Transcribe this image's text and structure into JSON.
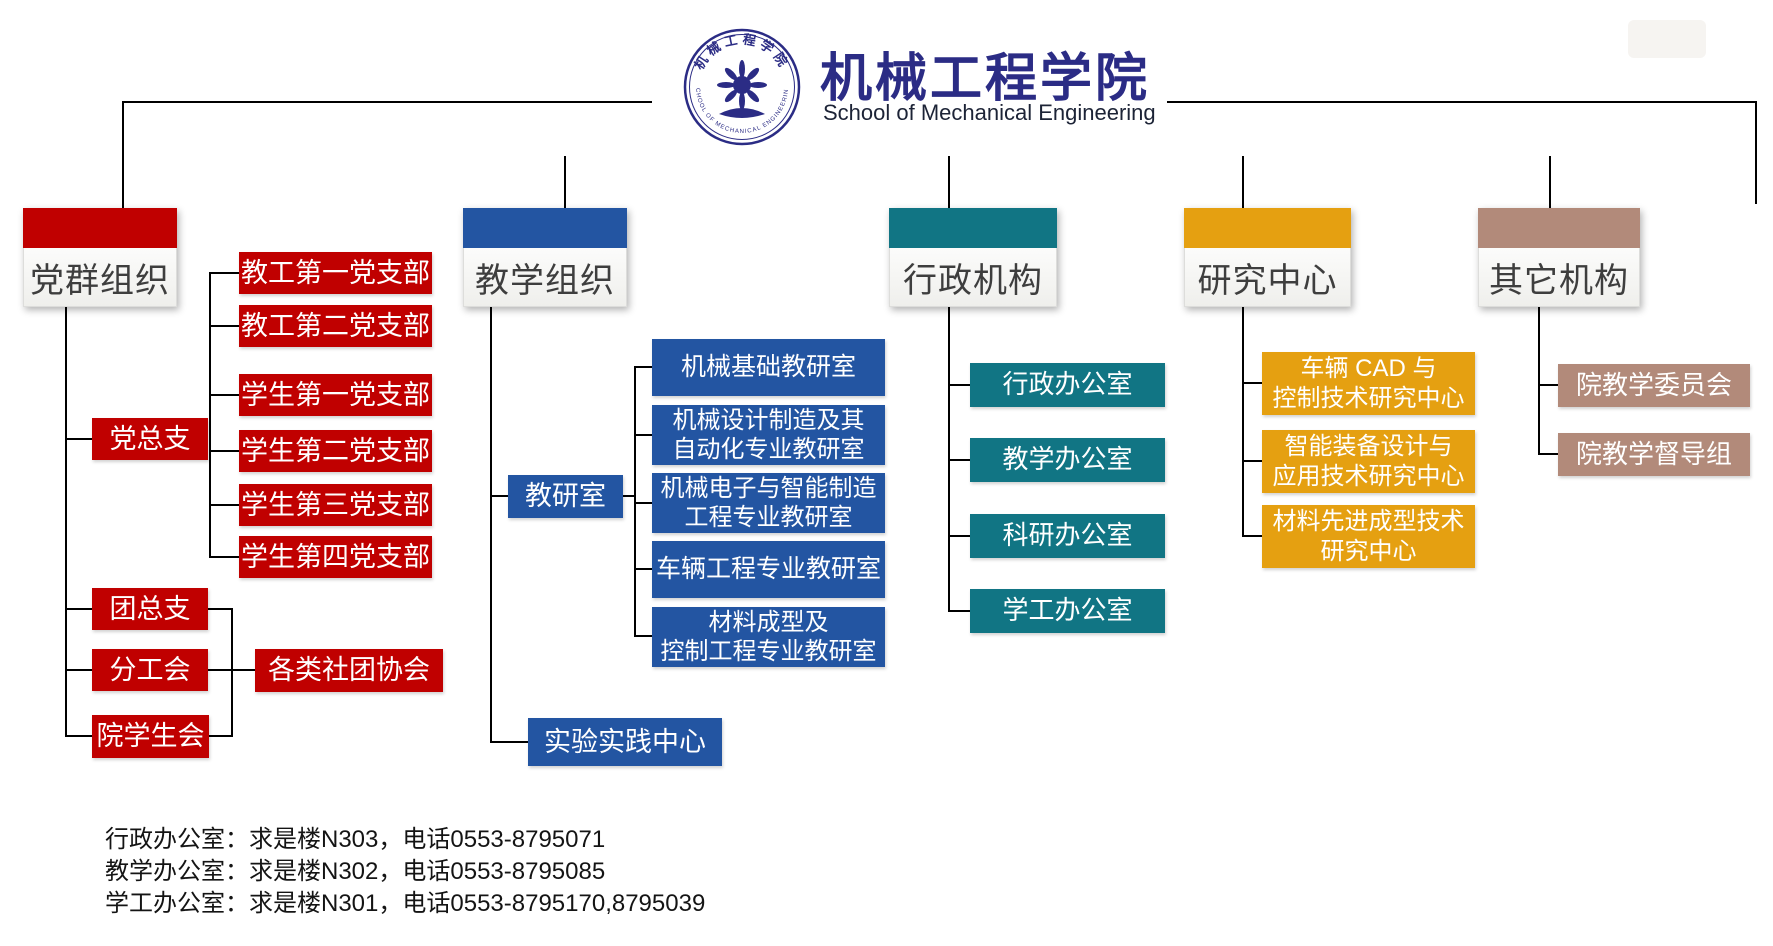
{
  "header": {
    "title": "机械工程学院",
    "subtitle": "School of Mechanical Engineering",
    "logo_arc_top": "机械工程学院",
    "logo_arc_bottom": "SCHOOL OF MECHANICAL ENGINEERING"
  },
  "colors": {
    "party_red": "#C00000",
    "teaching_blue": "#2355A2",
    "admin_teal": "#117584",
    "research_orange": "#E5A011",
    "other_tan": "#B28A7A",
    "title_navy": "#2B2C85"
  },
  "branches": [
    {
      "label": "党群组织",
      "children": [
        {
          "label": "党总支",
          "children": [
            {
              "label": "教工第一党支部"
            },
            {
              "label": "教工第二党支部"
            },
            {
              "label": "学生第一党支部"
            },
            {
              "label": "学生第二党支部"
            },
            {
              "label": "学生第三党支部"
            },
            {
              "label": "学生第四党支部"
            }
          ]
        },
        {
          "label": "团总支"
        },
        {
          "label": "分工会",
          "children": [
            {
              "label": "各类社团协会"
            }
          ]
        },
        {
          "label": "院学生会"
        }
      ]
    },
    {
      "label": "教学组织",
      "children": [
        {
          "label": "教研室",
          "children": [
            {
              "label": "机械基础教研室"
            },
            {
              "label": "机械设计制造及其\n自动化专业教研室"
            },
            {
              "label": "机械电子与智能制造\n工程专业教研室"
            },
            {
              "label": "车辆工程专业教研室"
            },
            {
              "label": "材料成型及\n控制工程专业教研室"
            }
          ]
        },
        {
          "label": "实验实践中心"
        }
      ]
    },
    {
      "label": "行政机构",
      "children": [
        {
          "label": "行政办公室"
        },
        {
          "label": "教学办公室"
        },
        {
          "label": "科研办公室"
        },
        {
          "label": "学工办公室"
        }
      ]
    },
    {
      "label": "研究中心",
      "children": [
        {
          "label": "车辆 CAD 与\n控制技术研究中心"
        },
        {
          "label": "智能装备设计与\n应用技术研究中心"
        },
        {
          "label": "材料先进成型技术\n研究中心"
        }
      ]
    },
    {
      "label": "其它机构",
      "children": [
        {
          "label": "院教学委员会"
        },
        {
          "label": "院教学督导组"
        }
      ]
    }
  ],
  "contacts": [
    "行政办公室：求是楼N303，电话0553-8795071",
    "教学办公室：求是楼N302，电话0553-8795085",
    "学工办公室：求是楼N301，电话0553-8795170,8795039"
  ]
}
